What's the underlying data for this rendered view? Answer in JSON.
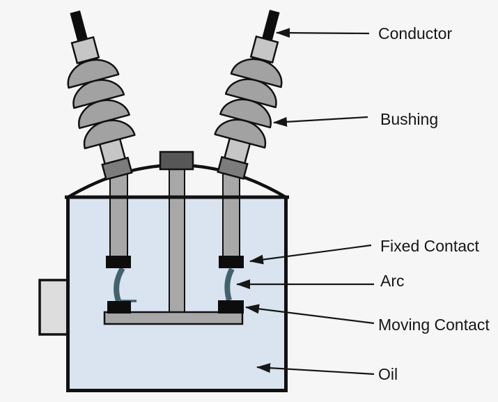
{
  "labels": {
    "conductor": "Conductor",
    "bushing": "Bushing",
    "fixed_contact": "Fixed Contact",
    "arc": "Arc",
    "moving_contact": "Moving Contact",
    "oil": "Oil"
  },
  "colors": {
    "background": "#f6f6f6",
    "outline": "#111111",
    "oil_blue": "#d9e4f0",
    "rod_gray": "#a8a8a8",
    "shaft_light_gray": "#c6c6c6",
    "fin_gray": "#a2a2a2",
    "collar_gray": "#7c7c7c",
    "cap_dark_gray": "#575757",
    "side_box_gray": "#dddddd",
    "contact_black": "#0d0d0d",
    "arc_teal": "#44626e",
    "label_color": "#161616"
  }
}
